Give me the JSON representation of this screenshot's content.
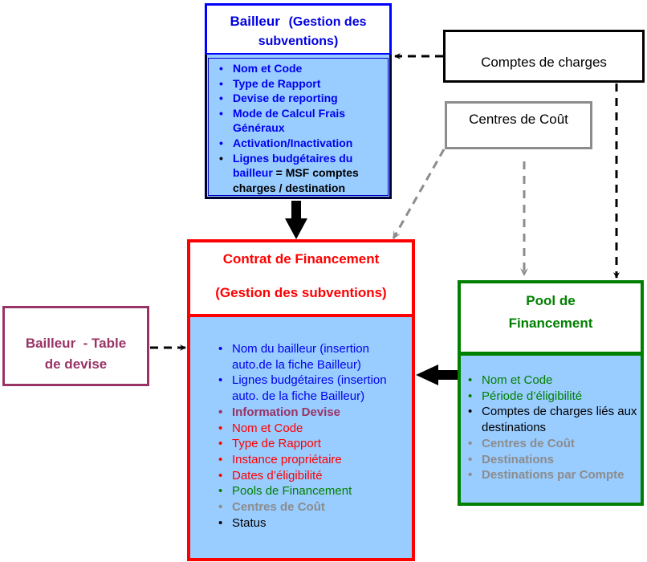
{
  "colors": {
    "bailleur": "#0000ff",
    "contrat": "#ff0000",
    "pool": "#008000",
    "devise": "#993366",
    "centres": "#8c8c8c",
    "body_fill": "#99ccff"
  },
  "bailleur": {
    "title": "Bailleur",
    "subtitle_a": "(Gestion des",
    "subtitle_b": "subventions)",
    "items": [
      "Nom et Code",
      "Type de Rapport",
      "Devise de reporting",
      "Mode de Calcul Frais Généraux",
      "Activation/Inactivation"
    ],
    "last_item_blue": "Lignes budgétaires du bailleur",
    "last_item_black": " = MSF comptes charges / destination"
  },
  "comptes_de_charges": {
    "label": "Comptes de charges"
  },
  "centres_de_cout": {
    "label": "Centres de Coût"
  },
  "contrat": {
    "title": "Contrat de Financement",
    "subtitle": "(Gestion des subventions)",
    "items": [
      {
        "text": "Nom du bailleur (insertion auto.de la fiche Bailleur)",
        "color": "blue"
      },
      {
        "text": "Lignes budgétaires (insertion auto. de la fiche Bailleur)",
        "color": "blue"
      },
      {
        "text": "Information Devise",
        "color": "purple"
      },
      {
        "text": "Nom et Code",
        "color": "red"
      },
      {
        "text": "Type de Rapport",
        "color": "red"
      },
      {
        "text": "Instance propriétaire",
        "color": "red"
      },
      {
        "text": "Dates d’éligibilité",
        "color": "red"
      },
      {
        "text": "Pools de Financement",
        "color": "green"
      },
      {
        "text": "Centres de Coût",
        "color": "gray"
      },
      {
        "text": "Status",
        "color": "black"
      }
    ]
  },
  "pool": {
    "title_a": "Pool de",
    "title_b": "Financement",
    "items": [
      {
        "text": "Nom et Code",
        "color": "green"
      },
      {
        "text": "Période d’éligibilité",
        "color": "green"
      },
      {
        "text": "Comptes de charges liés aux destinations",
        "color": "black"
      },
      {
        "text": "Centres de Coût",
        "color": "gray"
      },
      {
        "text": "Destinations",
        "color": "gray"
      },
      {
        "text": "Destinations par Compte",
        "color": "gray"
      }
    ]
  },
  "devise": {
    "line1": "Bailleur  - Table",
    "line2": "de devise"
  }
}
